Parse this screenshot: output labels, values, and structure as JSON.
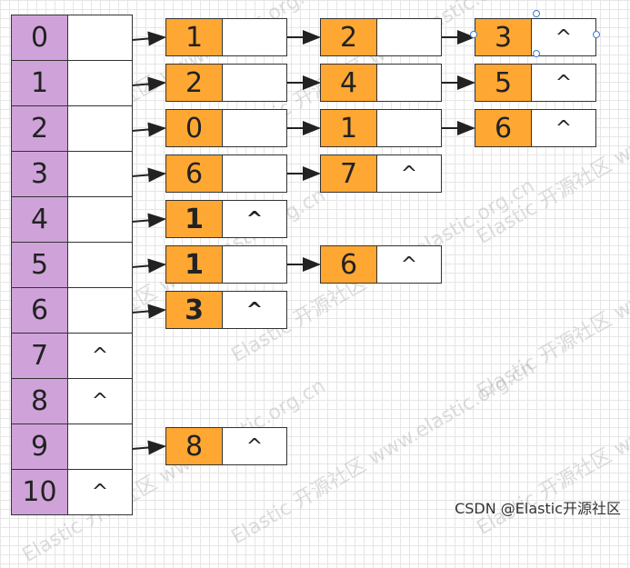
{
  "watermark": "Elastic 开源社区 www.elastic.org.cn",
  "footer": "CSDN @Elastic开源社区",
  "null_symbol": "^",
  "colors": {
    "index": "#cfa3d9",
    "node_value": "#ffa733",
    "line": "#333333"
  },
  "buckets": [
    {
      "index": "0",
      "chain": [
        {
          "value": "1"
        },
        {
          "value": "2"
        },
        {
          "value": "3"
        }
      ]
    },
    {
      "index": "1",
      "chain": [
        {
          "value": "2"
        },
        {
          "value": "4"
        },
        {
          "value": "5"
        }
      ]
    },
    {
      "index": "2",
      "chain": [
        {
          "value": "0"
        },
        {
          "value": "1"
        },
        {
          "value": "6"
        }
      ]
    },
    {
      "index": "3",
      "chain": [
        {
          "value": "6"
        },
        {
          "value": "7"
        }
      ]
    },
    {
      "index": "4",
      "chain": [
        {
          "value": "1",
          "bold": true
        }
      ]
    },
    {
      "index": "5",
      "chain": [
        {
          "value": "1",
          "bold": true
        },
        {
          "value": "6"
        }
      ]
    },
    {
      "index": "6",
      "chain": [
        {
          "value": "3",
          "bold": true
        }
      ]
    },
    {
      "index": "7",
      "chain": []
    },
    {
      "index": "8",
      "chain": []
    },
    {
      "index": "9",
      "chain": [
        {
          "value": "8"
        }
      ]
    },
    {
      "index": "10",
      "chain": []
    }
  ]
}
